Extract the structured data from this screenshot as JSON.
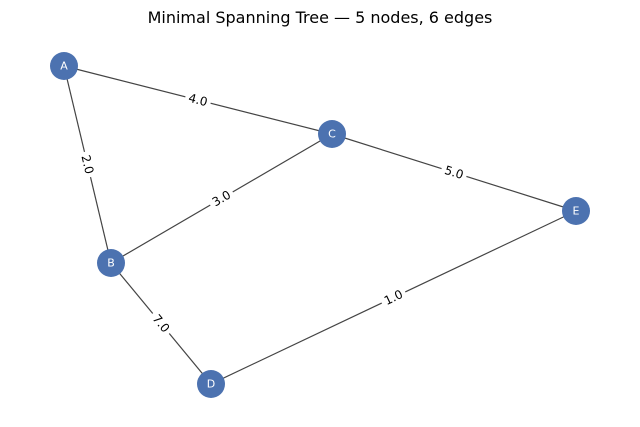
{
  "title": "Minimal Spanning Tree — 5 nodes, 6 edges",
  "colors": {
    "node": "#4c72b0",
    "edge": "#444444",
    "node_label": "#ffffff"
  },
  "nodes": [
    {
      "id": "A",
      "label": "A"
    },
    {
      "id": "B",
      "label": "B"
    },
    {
      "id": "C",
      "label": "C"
    },
    {
      "id": "D",
      "label": "D"
    },
    {
      "id": "E",
      "label": "E"
    }
  ],
  "edges": [
    {
      "from": "A",
      "to": "C",
      "label": "4.0"
    },
    {
      "from": "A",
      "to": "B",
      "label": "2.0"
    },
    {
      "from": "B",
      "to": "C",
      "label": "3.0"
    },
    {
      "from": "C",
      "to": "E",
      "label": "5.0"
    },
    {
      "from": "B",
      "to": "D",
      "label": "7.0"
    },
    {
      "from": "D",
      "to": "E",
      "label": "1.0"
    }
  ]
}
